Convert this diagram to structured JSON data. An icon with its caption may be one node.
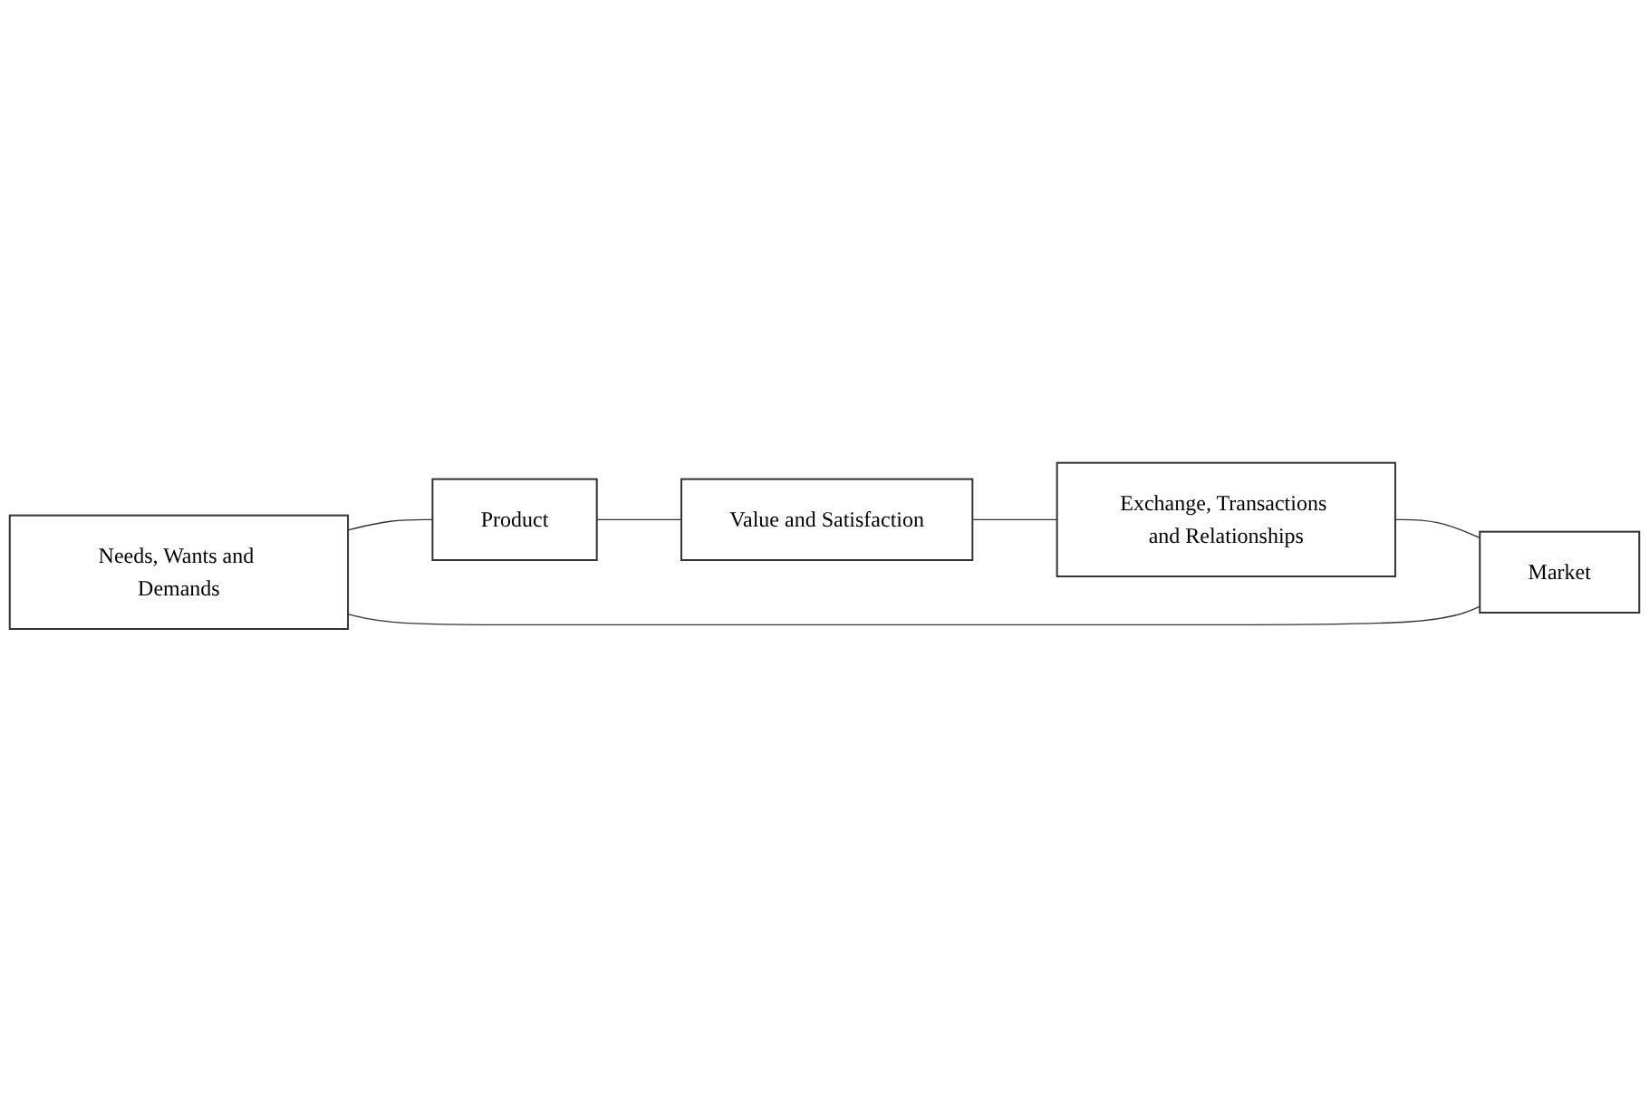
{
  "diagram": {
    "nodes": [
      {
        "text": [
          "Needs, Wants and Demands"
        ]
      },
      {
        "text": [
          "Market"
        ]
      },
      {
        "text": [
          "Product"
        ]
      },
      {
        "text": [
          "Exchange, Transactions and Relationships"
        ]
      },
      {
        "text": [
          "Value and Satisfaction"
        ]
      }
    ],
    "edges": [
      {
        "from": 0,
        "to": 2,
        "arrow": "none"
      },
      {
        "from": 2,
        "to": 4,
        "arrow": "none"
      },
      {
        "from": 4,
        "to": 3,
        "arrow": "none"
      },
      {
        "from": 3,
        "to": 1,
        "arrow": "none"
      },
      {
        "from": 1,
        "to": 0,
        "arrow": "none"
      }
    ]
  }
}
